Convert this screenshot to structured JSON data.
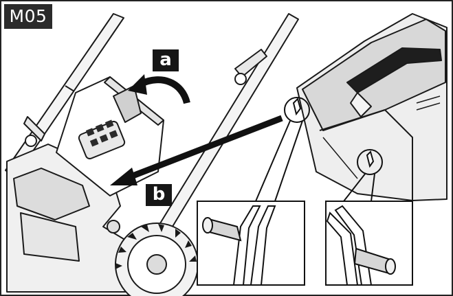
{
  "figure": {
    "tag": "M05",
    "labels": {
      "a": "a",
      "b": "b"
    },
    "colors": {
      "ink": "#161616",
      "tag_bg": "#2b2b2b",
      "paper": "#ffffff",
      "shade": "#d9d9d9"
    }
  }
}
